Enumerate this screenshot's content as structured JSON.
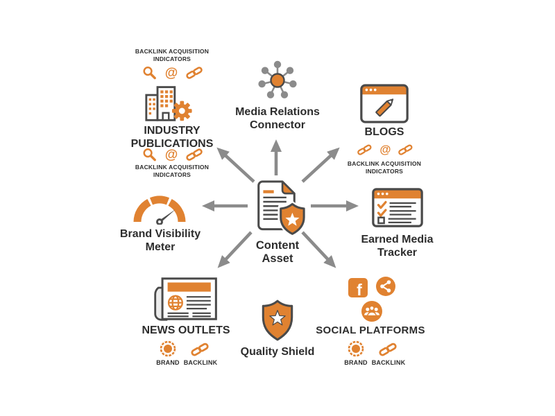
{
  "colors": {
    "accent_orange": "#E08231",
    "outline_dark": "#4A4A4A",
    "arrow_gray": "#8B8B8B",
    "text_dark": "#2D2D2D",
    "background": "#FFFFFF"
  },
  "labels": {
    "backlink_acquisition_indicators": "BACKLINK ACQUISITION INDICATORS",
    "brand": "BRAND",
    "backlink": "BACKLINK"
  },
  "center": {
    "label": "Content Asset",
    "icon": "document-shield-star-icon"
  },
  "nodes": {
    "industry_publications": {
      "label": "INDUSTRY PUBLICATIONS",
      "icon": "buildings-gear-icon",
      "indicator_icons_top": [
        "magnifier-icon",
        "at-sign-icon",
        "chain-link-icon"
      ],
      "indicator_icons_bottom": [
        "magnifier-icon",
        "at-sign-icon",
        "chain-link-icon"
      ]
    },
    "media_relations_connector": {
      "label": "Media Relations Connector",
      "icon": "hub-spokes-icon"
    },
    "blogs": {
      "label": "BLOGS",
      "icon": "browser-pencil-icon",
      "indicator_icons": [
        "chain-link-icon",
        "at-sign-icon",
        "chain-link-icon"
      ]
    },
    "brand_visibility_meter": {
      "label": "Brand Visibility Meter",
      "icon": "gauge-icon"
    },
    "earned_media_tracker": {
      "label": "Earned Media Tracker",
      "icon": "checklist-window-icon"
    },
    "news_outlets": {
      "label": "NEWS OUTLETS",
      "icon": "newspaper-icon",
      "badges": [
        {
          "icon": "brand-badge-icon",
          "label": "BRAND"
        },
        {
          "icon": "chain-link-icon",
          "label": "BACKLINK"
        }
      ]
    },
    "quality_shield": {
      "label": "Quality Shield",
      "icon": "shield-star-icon"
    },
    "social_platforms": {
      "label": "SOCIAL PLATFORMS",
      "icons": [
        "facebook-icon",
        "share-icon",
        "community-icon"
      ],
      "badges": [
        {
          "icon": "brand-badge-icon",
          "label": "BRAND"
        },
        {
          "icon": "chain-link-icon",
          "label": "BACKLINK"
        }
      ]
    }
  },
  "arrows": {
    "count": 7,
    "directions": [
      "up",
      "up-left",
      "up-right",
      "left",
      "right",
      "down-left",
      "down-right"
    ]
  }
}
